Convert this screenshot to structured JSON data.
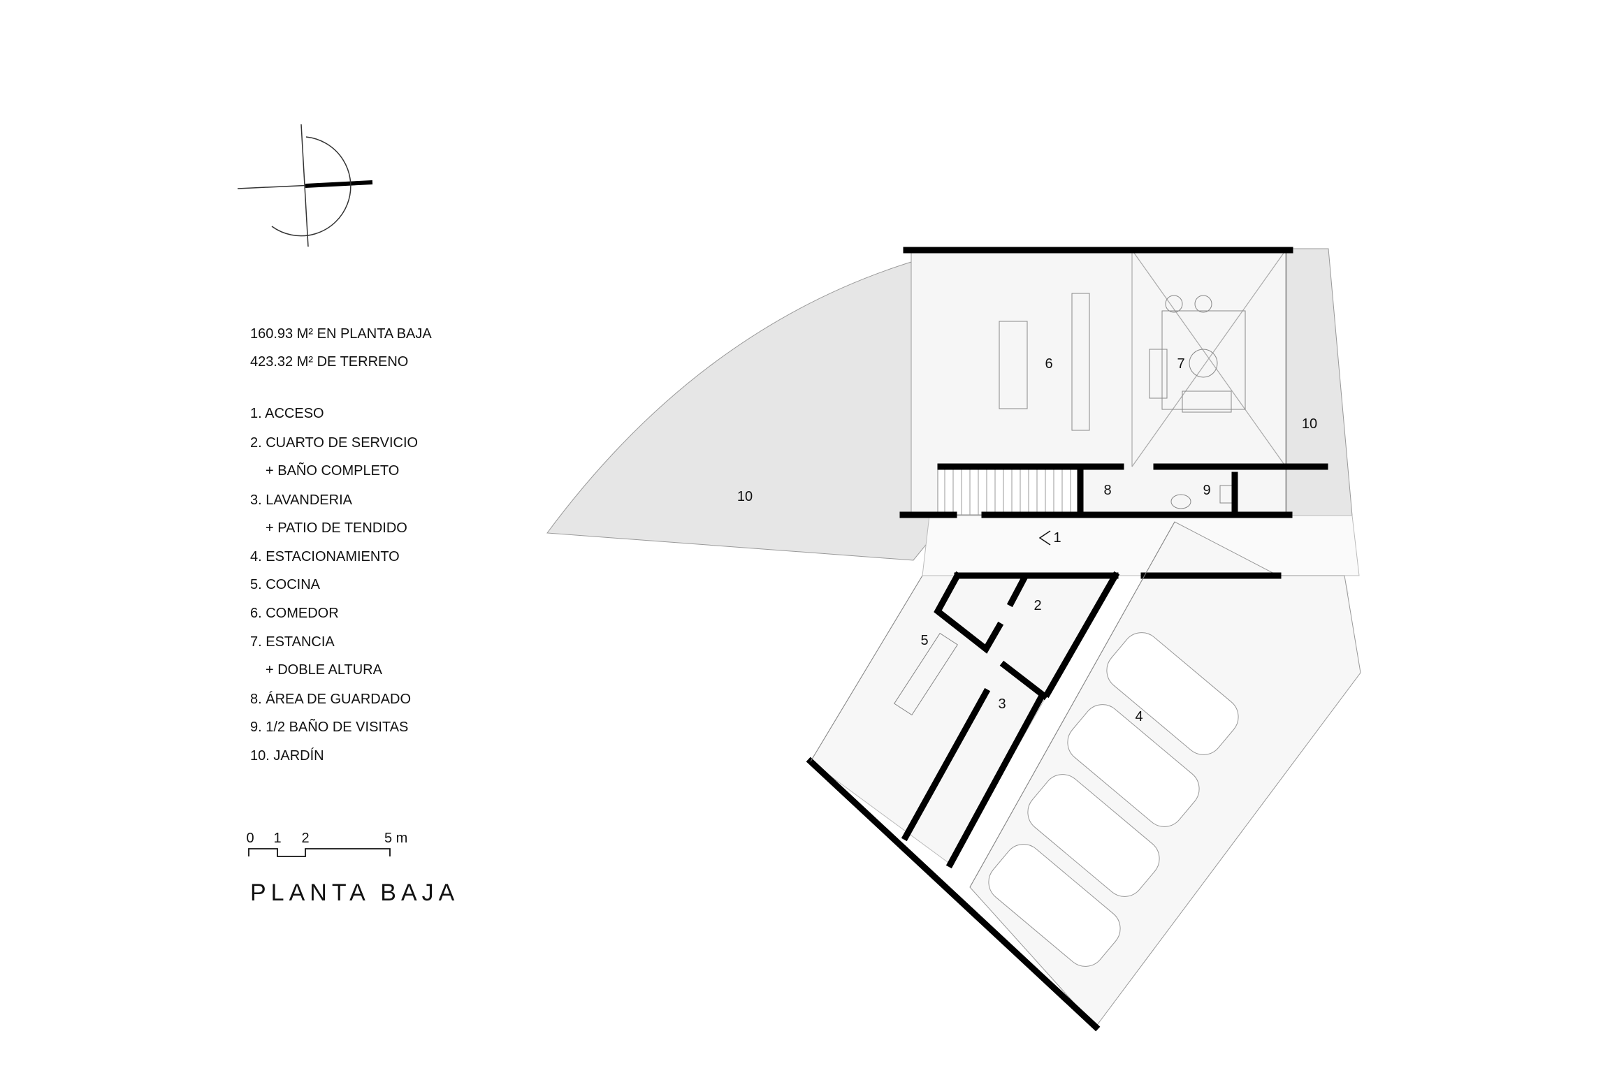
{
  "summary": {
    "built_area": "160.93 M² EN PLANTA BAJA",
    "land_area": "423.32 M² DE TERRENO"
  },
  "legend": [
    "1. ACCESO",
    "2. CUARTO DE SERVICIO",
    "+ BAÑO COMPLETO",
    "3. LAVANDERIA",
    "+ PATIO DE TENDIDO",
    "4. ESTACIONAMIENTO",
    "5. COCINA",
    "6. COMEDOR",
    "7. ESTANCIA",
    "+ DOBLE ALTURA",
    "8. ÁREA DE GUARDADO",
    "9. 1/2 BAÑO DE VISITAS",
    "10. JARDÍN"
  ],
  "scale_bar": {
    "labels": [
      "0",
      "1",
      "2",
      "5 m"
    ]
  },
  "title": "PLANTA BAJA",
  "rooms": {
    "r1": "1",
    "r2": "2",
    "r3": "3",
    "r4": "4",
    "r5": "5",
    "r6": "6",
    "r7": "7",
    "r8": "8",
    "r9": "9",
    "r10a": "10",
    "r10b": "10"
  },
  "colors": {
    "garden": "#e6e6e6",
    "floor": "#f6f6f6",
    "wall": "#000000"
  }
}
